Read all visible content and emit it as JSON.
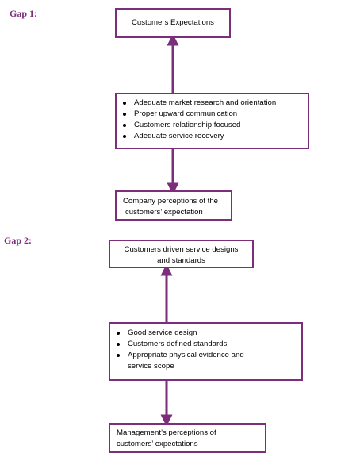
{
  "gap1": {
    "label": "Gap 1:",
    "top_box": "Customers Expectations",
    "factors": [
      "Adequate market research and orientation",
      "Proper upward communication",
      "Customers relationship focused",
      "Adequate service recovery"
    ],
    "bottom_box_line1": "Company perceptions of the",
    "bottom_box_line2": "customers’ expectation"
  },
  "gap2": {
    "label": "Gap 2:",
    "top_box_line1": "Customers driven service designs",
    "top_box_line2": "and standards",
    "factors": [
      "Good service design",
      "Customers defined standards",
      "Appropriate physical evidence and service scope"
    ],
    "bottom_box_line1": "Management’s perceptions of",
    "bottom_box_line2": "customers’ expectations"
  },
  "colors": {
    "accent": "#7d2e7a"
  }
}
